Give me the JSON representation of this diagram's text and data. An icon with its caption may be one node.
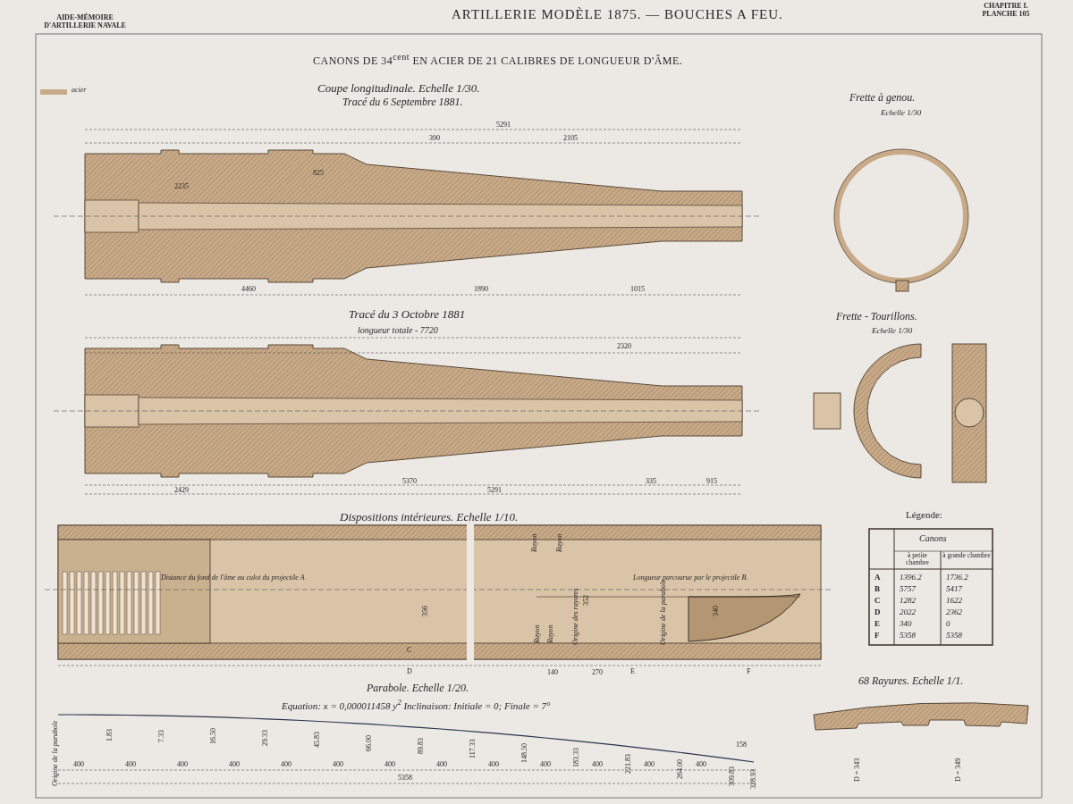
{
  "diagram": {
    "title": "ARTILLERIE MODÈLE 1875. — BOUCHES A FEU.",
    "labels": [
      "AIDE-MÉMOIRE D'ARTILLERIE NAVALE",
      "CHAPITRE I. PLANCHE 105",
      "CANONS DE 34$^{cent}$ EN ACIER DE 21 CALIBRES DE LONGUEUR D'ÂME.",
      "Coupe longitudinale. Echelle 1/30.",
      "Tracé du 6 Septembre 1881.",
      "Frette à genou.",
      "Echelle 1/30",
      "5291",
      "390",
      "2105",
      "825",
      "2235",
      "4460",
      "1890",
      "1015",
      "Tracé du 3 Octobre 1881",
      "longueur totale - 7720",
      "Frette - Tourillons.",
      "Echelle 1/30",
      "2320",
      "2429",
      "5370",
      "5291",
      "335",
      "915",
      "Dispositions intérieures. Echelle 1/10.",
      "Rayon",
      "Rayon",
      "Distance du fond de l'âme au culot du projectile A",
      "Longueur parcourue par le projectile B.",
      "356",
      "Rayon",
      "Rayon",
      "Origine des rayures",
      "352",
      "Origine de la parabole",
      "340",
      "C",
      "D",
      "140",
      "270",
      "E",
      "F",
      "Légende:",
      "Canons",
      "à petite chambre",
      "à grande chambre",
      "A",
      "1396.2",
      "1736.2",
      "B",
      "5757",
      "5417",
      "C",
      "1282",
      "1622",
      "D",
      "2022",
      "2362",
      "E",
      "340",
      "0",
      "F",
      "5358",
      "5358",
      "68 Rayures. Echelle 1/1.",
      "D = 343",
      "D = 349",
      "Parabole. Echelle 1/20.",
      "Equation: x = 0,000011458 y$^{2}$ Inclinaison: Initiale = 0; Finale = 7°",
      "Origine de la parabole",
      "1.83",
      "7.33",
      "16.50",
      "29.33",
      "45.83",
      "66.00",
      "89.83",
      "117.33",
      "148.50",
      "183.33",
      "221.83",
      "264.00",
      "309.83",
      "328.93",
      "400",
      "400",
      "400",
      "400",
      "400",
      "400",
      "400",
      "400",
      "400",
      "400",
      "400",
      "400",
      "400",
      "158",
      "5358"
    ],
    "legend": [
      {
        "text": "acier",
        "color": "#c8aa88"
      }
    ]
  }
}
